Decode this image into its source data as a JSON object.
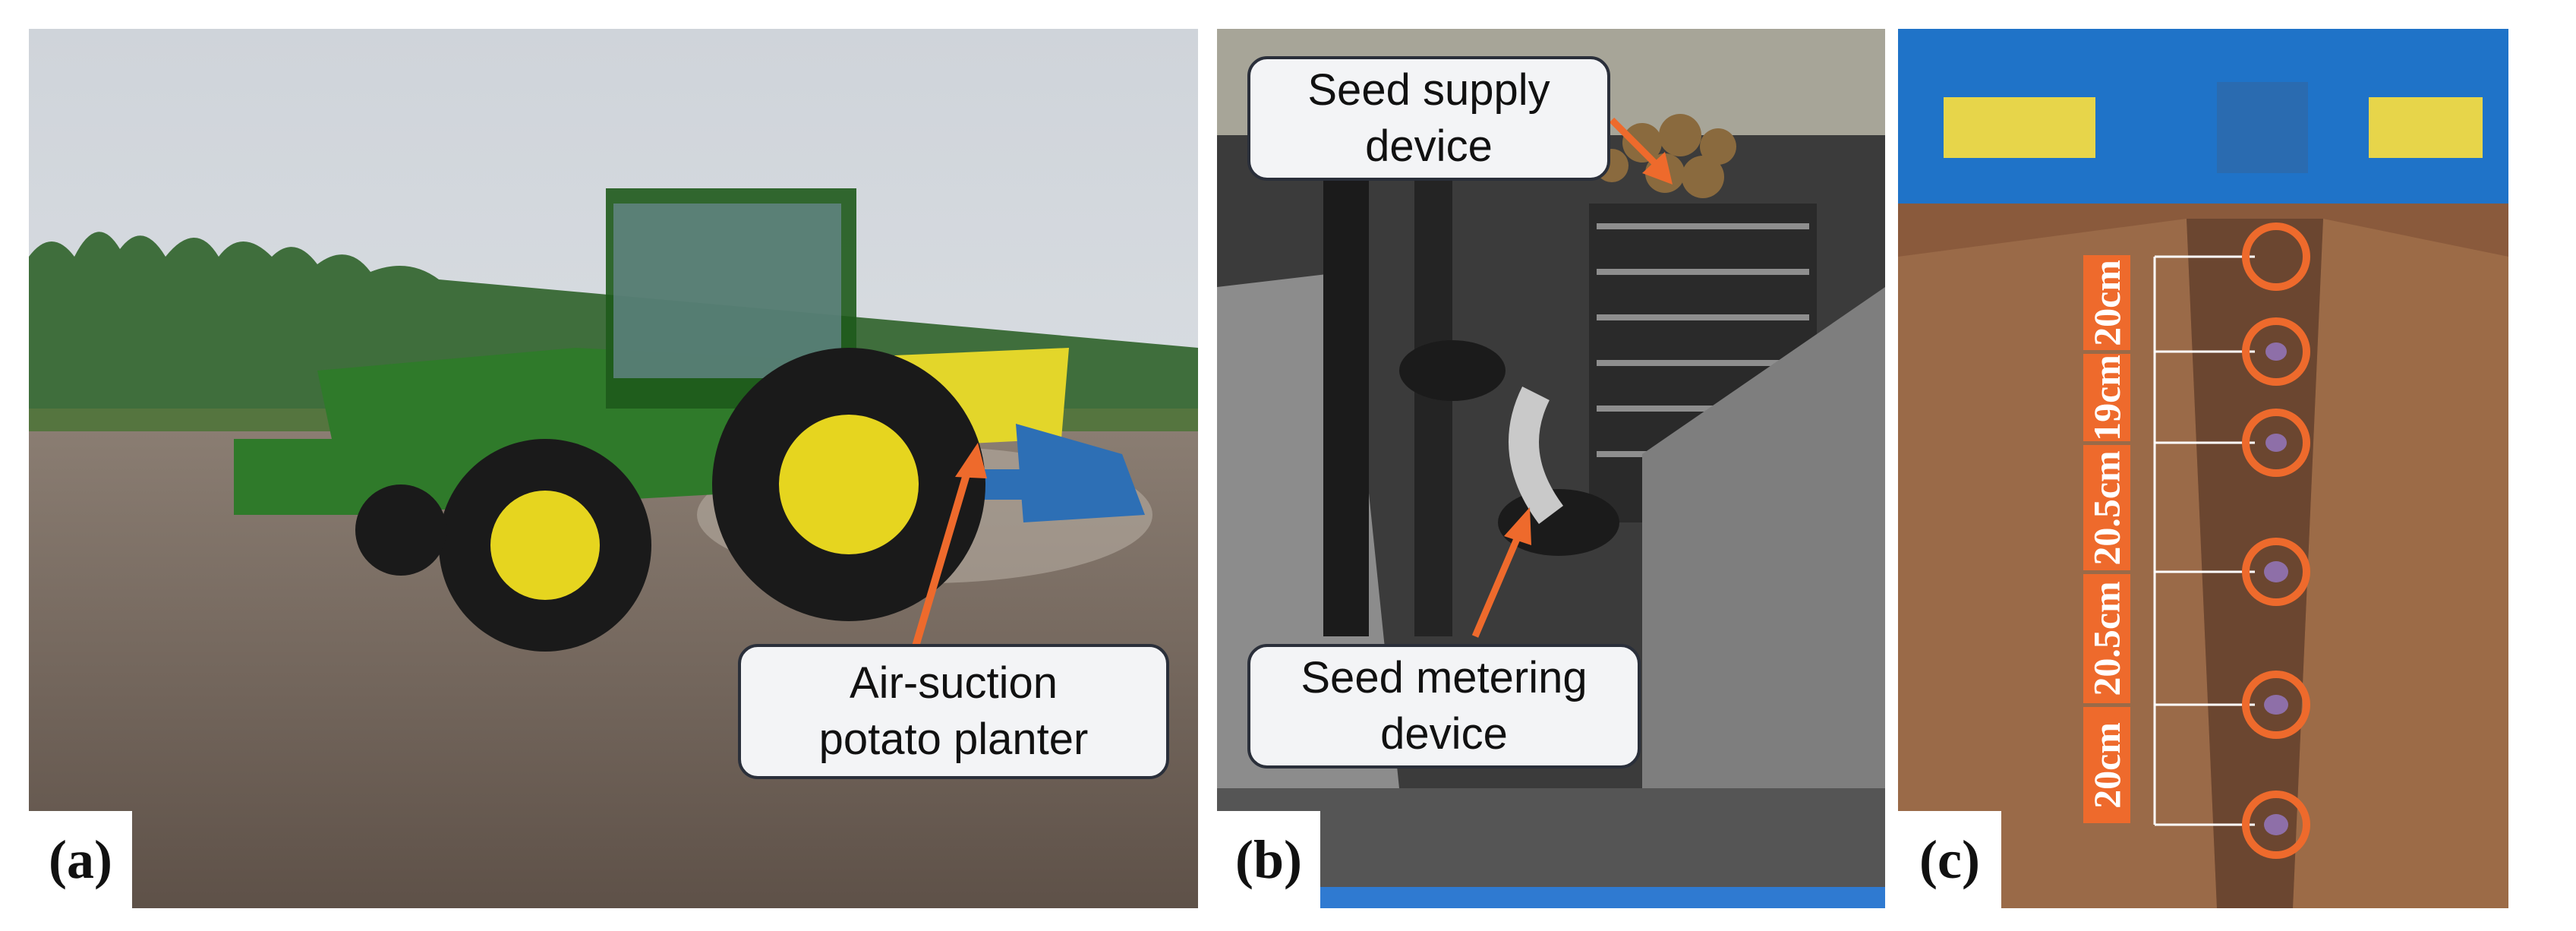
{
  "panels": [
    {
      "label": "(a)",
      "callouts": [
        "Air-suction potato planter"
      ],
      "callout_lines": [
        "Air-suction",
        "potato planter"
      ]
    },
    {
      "label": "(b)",
      "callout_top": [
        "Seed supply",
        "device"
      ],
      "callout_bottom": [
        "Seed metering",
        "device"
      ]
    },
    {
      "label": "(c)",
      "spacings": [
        "20cm",
        "19cm",
        "20.5cm",
        "20.5cm",
        "20cm"
      ]
    }
  ],
  "colors": {
    "accent": "#ee6a2c",
    "callout_bg": "#f3f4f6",
    "callout_border": "#2a2f3a"
  }
}
